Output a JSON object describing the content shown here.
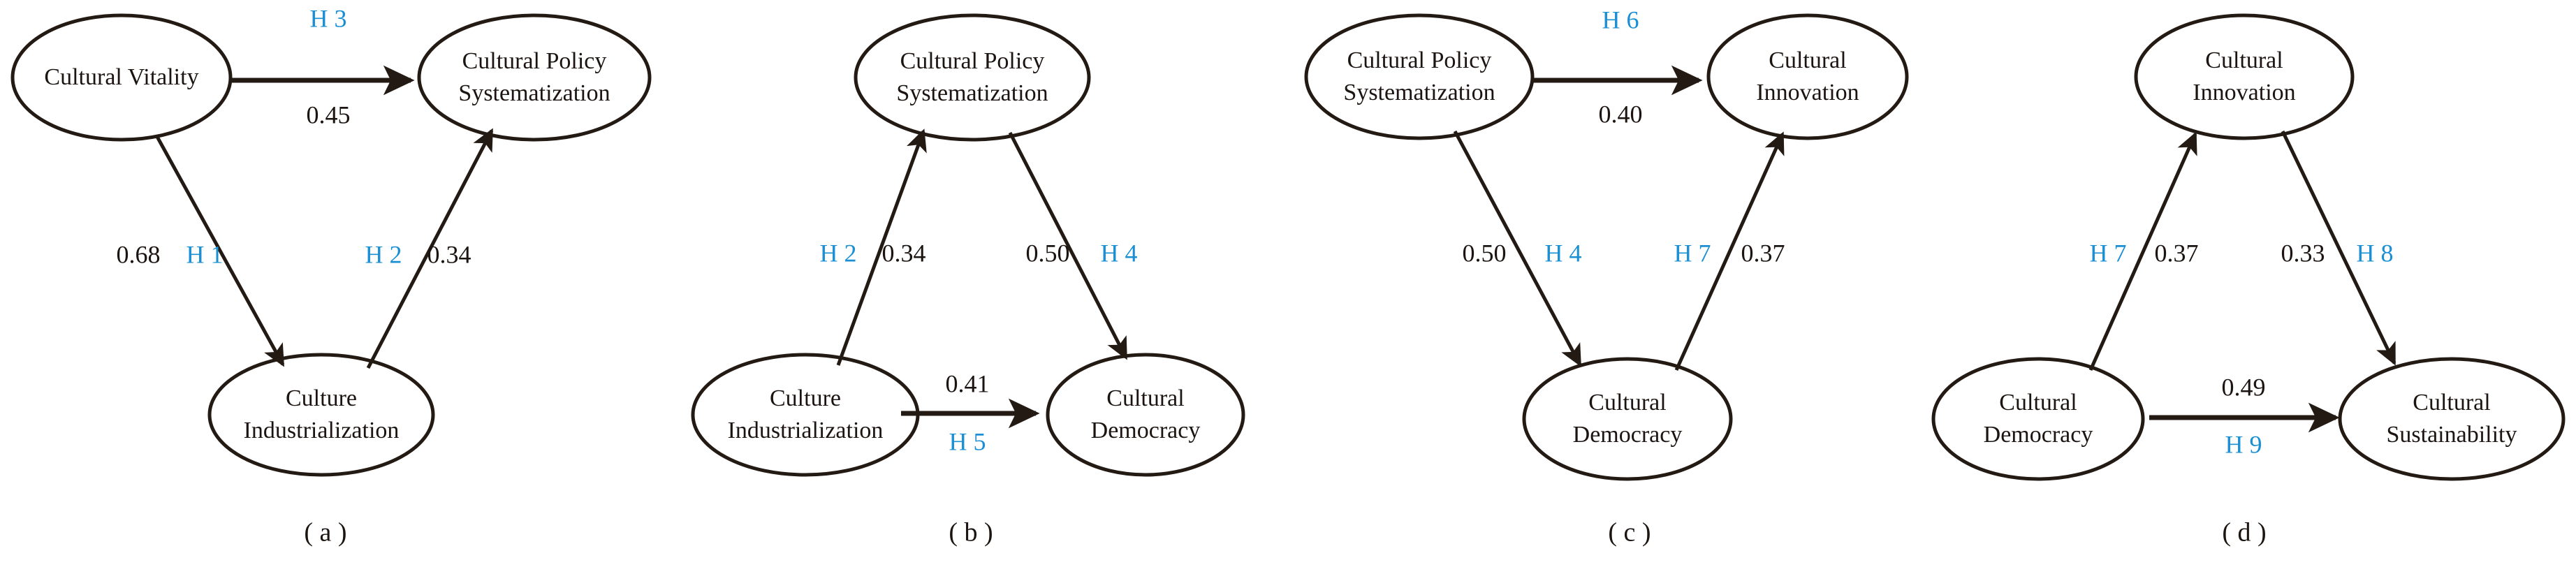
{
  "figure": {
    "kind": "path-diagram-grid",
    "panel_count": 4,
    "colors": {
      "hypothesis_blue": "#1b8fd4",
      "stroke_dark": "#241a14",
      "text_dark": "#1c1410",
      "background": "#ffffff"
    }
  },
  "panels": [
    {
      "id": "a",
      "caption": "( a )",
      "nodes": [
        {
          "id": "a-cv",
          "label_line1": "Cultural Vitality",
          "label_line2": ""
        },
        {
          "id": "a-cps",
          "label_line1": "Cultural Policy",
          "label_line2": "Systematization"
        },
        {
          "id": "a-ci",
          "label_line1": "Culture",
          "label_line2": "Industrialization"
        }
      ],
      "edges": [
        {
          "id": "a-h3",
          "from": "a-cv",
          "to": "a-cps",
          "hypothesis": "H 3",
          "coefficient": "0.45"
        },
        {
          "id": "a-h1",
          "from": "a-cv",
          "to": "a-ci",
          "hypothesis": "H 1",
          "coefficient": "0.68"
        },
        {
          "id": "a-h2",
          "from": "a-ci",
          "to": "a-cps",
          "hypothesis": "H 2",
          "coefficient": "0.34"
        }
      ]
    },
    {
      "id": "b",
      "caption": "( b )",
      "nodes": [
        {
          "id": "b-cps",
          "label_line1": "Cultural Policy",
          "label_line2": "Systematization"
        },
        {
          "id": "b-ci",
          "label_line1": "Culture",
          "label_line2": "Industrialization"
        },
        {
          "id": "b-cd",
          "label_line1": "Cultural",
          "label_line2": "Democracy"
        }
      ],
      "edges": [
        {
          "id": "b-h2",
          "from": "b-ci",
          "to": "b-cps",
          "hypothesis": "H 2",
          "coefficient": "0.34"
        },
        {
          "id": "b-h4",
          "from": "b-cps",
          "to": "b-cd",
          "hypothesis": "H 4",
          "coefficient": "0.50"
        },
        {
          "id": "b-h5",
          "from": "b-ci",
          "to": "b-cd",
          "hypothesis": "H 5",
          "coefficient": "0.41"
        }
      ]
    },
    {
      "id": "c",
      "caption": "( c )",
      "nodes": [
        {
          "id": "c-cps",
          "label_line1": "Cultural Policy",
          "label_line2": "Systematization"
        },
        {
          "id": "c-cin",
          "label_line1": "Cultural",
          "label_line2": "Innovation"
        },
        {
          "id": "c-cd",
          "label_line1": "Cultural",
          "label_line2": "Democracy"
        }
      ],
      "edges": [
        {
          "id": "c-h6",
          "from": "c-cps",
          "to": "c-cin",
          "hypothesis": "H 6",
          "coefficient": "0.40"
        },
        {
          "id": "c-h4",
          "from": "c-cps",
          "to": "c-cd",
          "hypothesis": "H 4",
          "coefficient": "0.50"
        },
        {
          "id": "c-h7",
          "from": "c-cd",
          "to": "c-cin",
          "hypothesis": "H 7",
          "coefficient": "0.37"
        }
      ]
    },
    {
      "id": "d",
      "caption": "( d )",
      "nodes": [
        {
          "id": "d-cin",
          "label_line1": "Cultural",
          "label_line2": "Innovation"
        },
        {
          "id": "d-cd",
          "label_line1": "Cultural",
          "label_line2": "Democracy"
        },
        {
          "id": "d-cs",
          "label_line1": "Cultural",
          "label_line2": "Sustainability"
        }
      ],
      "edges": [
        {
          "id": "d-h7",
          "from": "d-cd",
          "to": "d-cin",
          "hypothesis": "H 7",
          "coefficient": "0.37"
        },
        {
          "id": "d-h8",
          "from": "d-cin",
          "to": "d-cs",
          "hypothesis": "H 8",
          "coefficient": "0.33"
        },
        {
          "id": "d-h9",
          "from": "d-cd",
          "to": "d-cs",
          "hypothesis": "H 9",
          "coefficient": "0.49"
        }
      ]
    }
  ]
}
